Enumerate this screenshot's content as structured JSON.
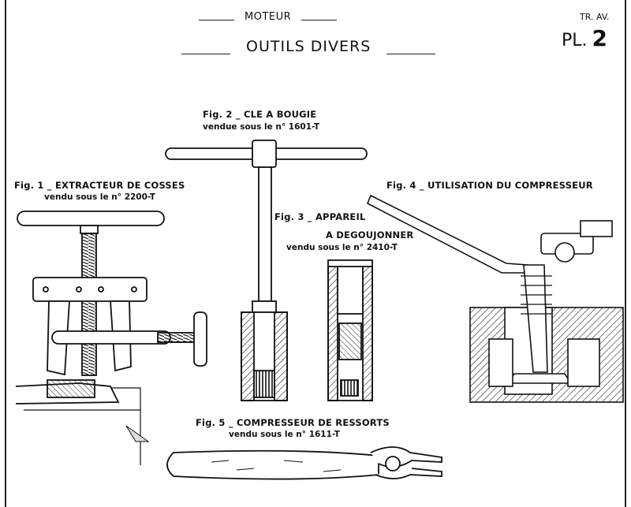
{
  "header": {
    "section": "MOTEUR",
    "title": "OUTILS DIVERS",
    "side_label": "TR. AV.",
    "plate_prefix": "PL.",
    "plate_number": "2"
  },
  "figures": {
    "fig1": {
      "title": "Fig. 1 _ EXTRACTEUR DE COSSES",
      "sub": "vendu sous le n° 2200-T"
    },
    "fig2": {
      "title": "Fig. 2 _ CLE A BOUGIE",
      "sub": "vendue sous le n° 1601-T"
    },
    "fig3": {
      "title": "Fig. 3 _ APPAREIL",
      "title2": "A DEGOUJONNER",
      "sub": "vendu sous le n° 2410-T"
    },
    "fig4": {
      "title": "Fig. 4 _ UTILISATION DU COMPRESSEUR"
    },
    "fig5": {
      "title": "Fig. 5 _ COMPRESSEUR DE RESSORTS",
      "sub": "vendu sous le n° 1611-T"
    }
  }
}
